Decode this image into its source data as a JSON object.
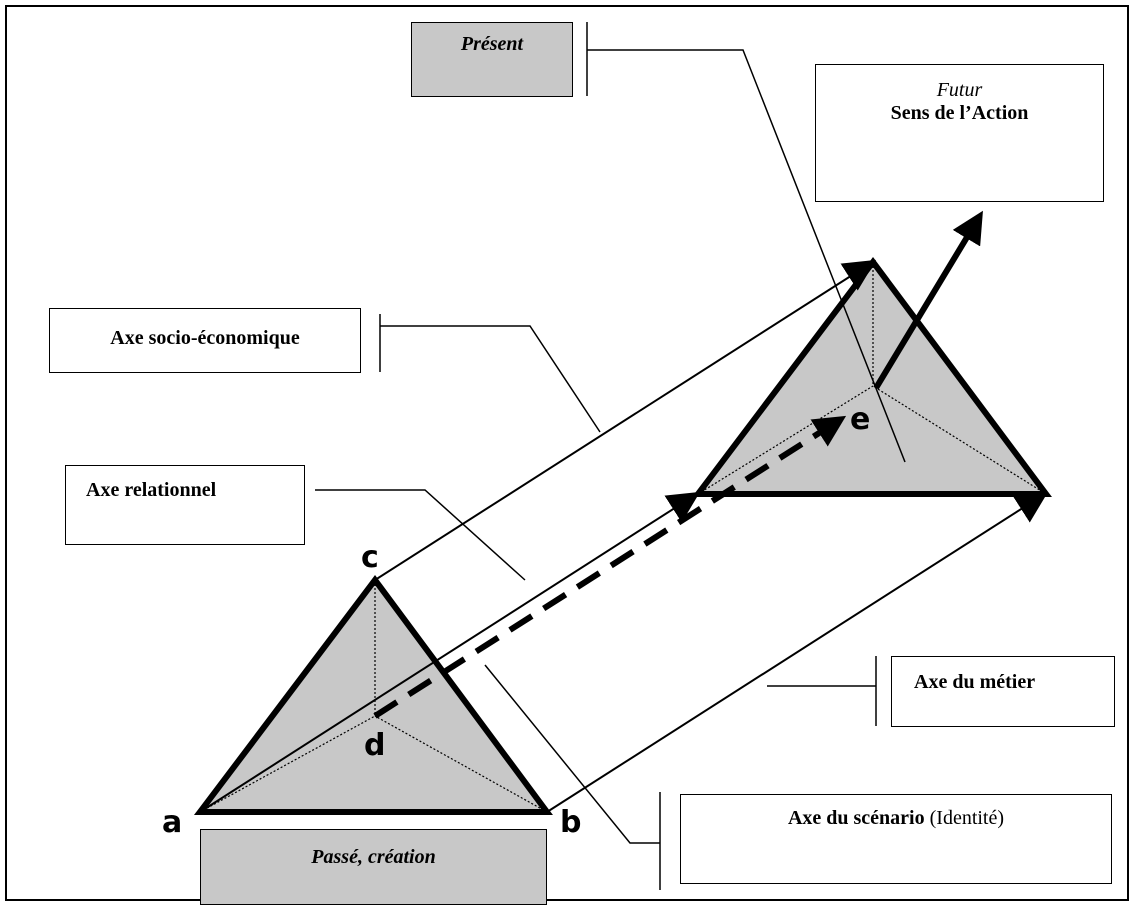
{
  "labels": {
    "present": "Présent",
    "futur": "Futur",
    "sens_action": "Sens de l’Action",
    "axe_socio": "Axe socio-économique",
    "axe_relationnel": "Axe relationnel",
    "axe_metier": "Axe du métier",
    "axe_scenario": "Axe du scénario",
    "axe_scenario_suffix": " (Identité)",
    "passe": "Passé, création"
  },
  "points": {
    "a": "a",
    "b": "b",
    "c": "c",
    "d": "d",
    "e": "e"
  },
  "colors": {
    "fill": "#c8c8c8",
    "stroke": "#000000",
    "background": "#ffffff"
  }
}
